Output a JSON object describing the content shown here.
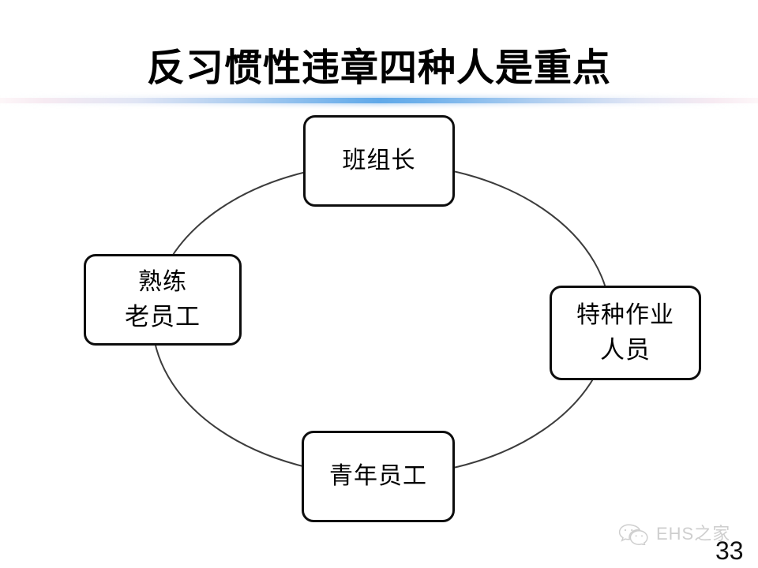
{
  "slide": {
    "title": "反习惯性违章四种人是重点",
    "page_number": "33",
    "background_color": "#ffffff",
    "title_color": "#000000",
    "divider": {
      "name": "title-divider",
      "gradient_edge_color": "#fdf6f8",
      "gradient_center_color": "#5aa6e8"
    }
  },
  "diagram": {
    "type": "cycle",
    "ring_color": "#3c3c3c",
    "node_border_color": "#0d0d0d",
    "node_fill_color": "#ffffff",
    "nodes": [
      {
        "position": "top",
        "line1": "班组长",
        "line2": ""
      },
      {
        "position": "right",
        "line1": "特种作业",
        "line2": "人员"
      },
      {
        "position": "bottom",
        "line1": "青年员工",
        "line2": ""
      },
      {
        "position": "left",
        "line1": "熟练",
        "line2": "老员工"
      }
    ]
  },
  "watermark": {
    "icon": "wechat-icon",
    "text": "EHS之家",
    "color": "#8d8d8d"
  }
}
